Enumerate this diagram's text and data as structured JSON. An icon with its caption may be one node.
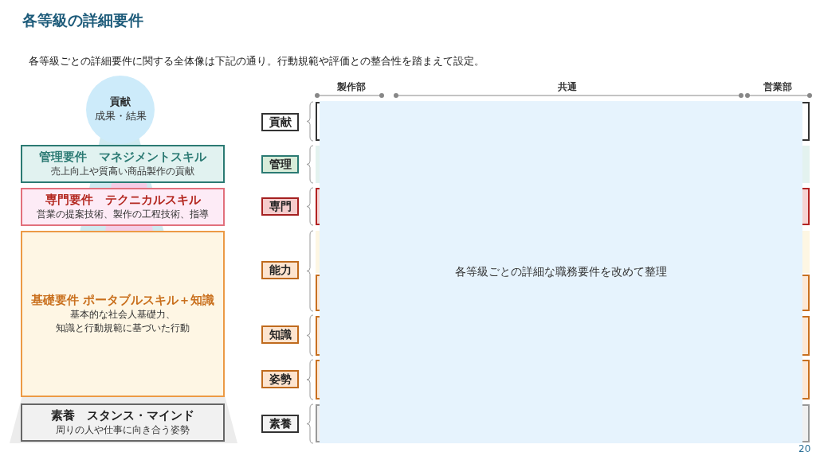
{
  "diagram": {
    "title": "各等級の詳細要件",
    "nodes": [
      {
        "text": [
          "貢献",
          "成果・結果"
        ]
      },
      {
        "text": [
          "管理要件　マネジメントスキル",
          "売上向上や質高い商品製作の貢献"
        ]
      },
      {
        "text": [
          "専門要件　テクニカルスキル",
          "営業の提案技術、製作の工程技術、指導"
        ]
      },
      {
        "text": [
          "基礎要件 ポータブルスキル＋知識",
          "基本的な社会人基礎力、知識と行動規範に基づいた行動"
        ]
      },
      {
        "text": [
          "素養　スタンス・マインド",
          "周りの人や仕事に向き合う姿勢"
        ]
      },
      {
        "text": [
          "貢献"
        ]
      },
      {
        "text": [
          "管理"
        ]
      },
      {
        "text": [
          "専門"
        ]
      },
      {
        "text": [
          "能力"
        ]
      },
      {
        "text": [
          "知識"
        ]
      },
      {
        "text": [
          "姿勢"
        ]
      },
      {
        "text": [
          "素養"
        ]
      },
      {
        "text": [
          "各等級ごとの詳細な職務要件を改めて整理"
        ]
      }
    ],
    "labels": [
      "各等級ごとの詳細要件に関する全体像は下記の通り。行動規範や評価との整合性を踏まえて設定。",
      "製作部",
      "共通",
      "営業部",
      "20"
    ]
  }
}
